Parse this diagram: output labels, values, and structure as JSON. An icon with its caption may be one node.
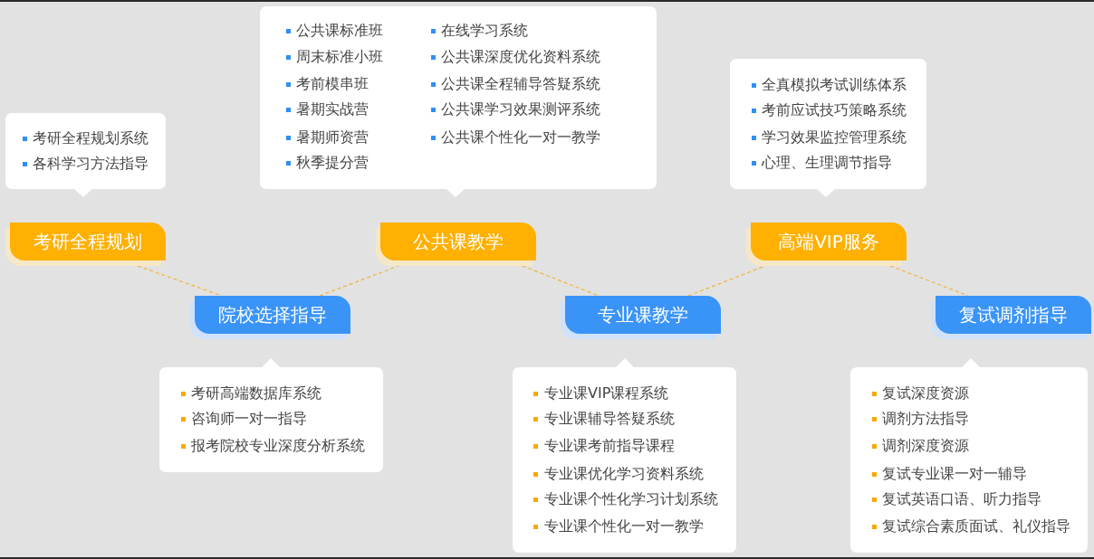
{
  "diagram": {
    "nodes": [
      {
        "text": [
          "考研全程规划系统",
          "各科学习方法指导"
        ]
      },
      {
        "text": [
          "公共课标准班",
          "周末标准小班",
          "考前模串班",
          "暑期实战营",
          "暑期师资营",
          "秋季提分营",
          "在线学习系统",
          "公共课深度优化资料系统",
          "公共课全程辅导答疑系统",
          "公共课学习效果测评系统",
          "公共课个性化一对一教学"
        ]
      },
      {
        "text": [
          "全真模拟考试训练体系",
          "考前应试技巧策略系统",
          "学习效果监控管理系统",
          "心理、生理调节指导"
        ]
      },
      {
        "text": [
          "考研全程规划"
        ]
      },
      {
        "text": [
          "公共课教学"
        ]
      },
      {
        "text": [
          "高端VIP服务"
        ]
      },
      {
        "text": [
          "院校选择指导"
        ]
      },
      {
        "text": [
          "专业课教学"
        ]
      },
      {
        "text": [
          "复试调剂指导"
        ]
      },
      {
        "text": [
          "考研高端数据库系统",
          "咨询师一对一指导",
          "报考院校专业深度分析系统"
        ]
      },
      {
        "text": [
          "专业课VIP课程系统",
          "专业课辅导答疑系统",
          "专业课考前指导课程",
          "专业课优化学习资料系统",
          "专业课个性化学习计划系统",
          "专业课个性化一对一教学"
        ]
      },
      {
        "text": [
          "复试深度资源",
          "调剂方法指导",
          "调剂深度资源",
          "复试专业课一对一辅导",
          "复试英语口语、听力指导",
          "复试综合素质面试、礼仪指导"
        ]
      }
    ],
    "edges": [
      {
        "from": 3,
        "to": 6,
        "arrow": "none",
        "style": "dashed"
      },
      {
        "from": 6,
        "to": 4,
        "arrow": "none",
        "style": "dashed"
      },
      {
        "from": 4,
        "to": 7,
        "arrow": "none",
        "style": "dashed"
      },
      {
        "from": 7,
        "to": 5,
        "arrow": "none",
        "style": "dashed"
      },
      {
        "from": 5,
        "to": 8,
        "arrow": "none",
        "style": "dashed"
      }
    ]
  }
}
